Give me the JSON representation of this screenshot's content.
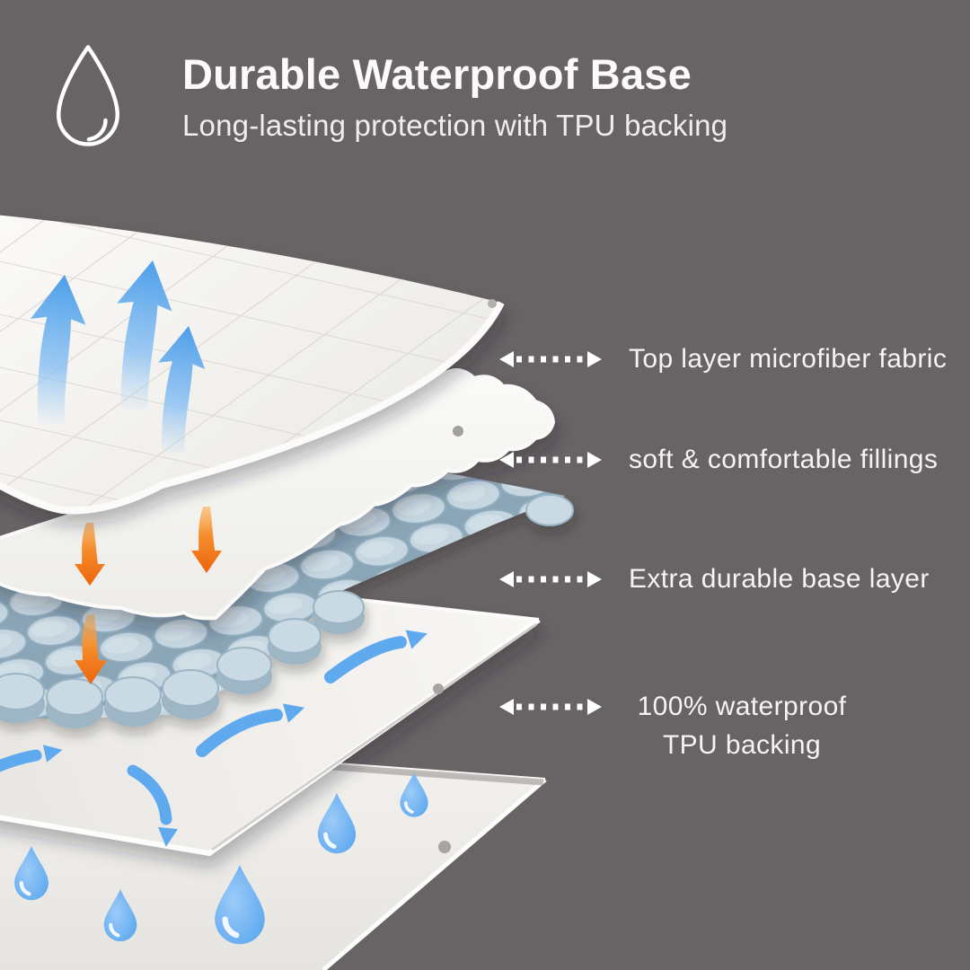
{
  "header": {
    "icon": "water-drop-icon",
    "title": "Durable Waterproof Base",
    "subtitle": "Long-lasting protection with TPU backing"
  },
  "callouts": [
    {
      "icon": "double-headed-dotted-arrow-icon",
      "label": "Top layer microfiber fabric"
    },
    {
      "icon": "double-headed-dotted-arrow-icon",
      "label": "soft & comfortable fillings"
    },
    {
      "icon": "double-headed-dotted-arrow-icon",
      "label": "Extra durable base layer"
    },
    {
      "icon": "double-headed-dotted-arrow-icon",
      "label": "100% waterproof\nTPU backing"
    }
  ],
  "layers": [
    "quilted microfiber top layer",
    "soft filling layer",
    "honeycomb durable base layer",
    "waterproof TPU backing sheet",
    "bottom sheet with water drops"
  ],
  "colors": {
    "background": "#686364",
    "sheet_white": "#f3f1ee",
    "accent_blue": "#5ba7ee",
    "accent_orange": "#f07c1e",
    "honeycomb_blue": "#c5d6e1",
    "text": "#f6f4f2"
  }
}
